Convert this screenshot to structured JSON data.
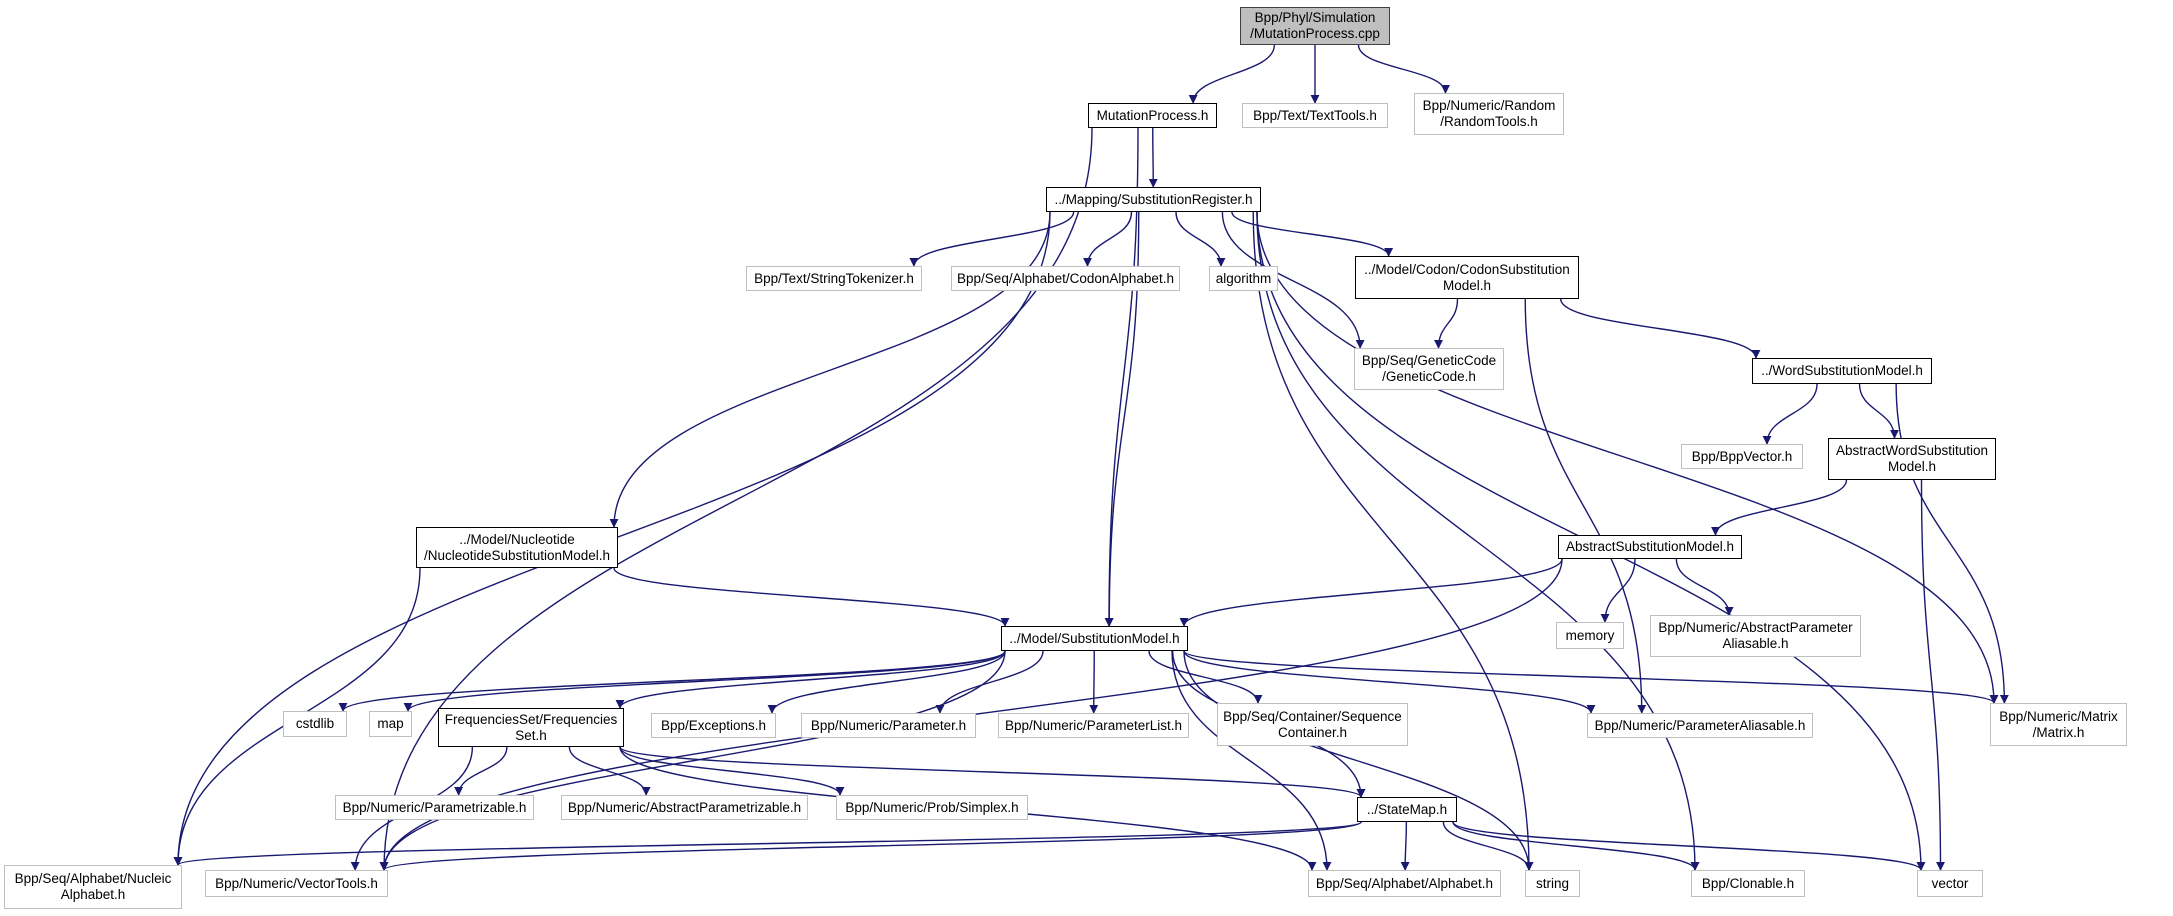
{
  "graph": {
    "title": "Include dependency graph for Bpp/Phyl/Simulation/MutationProcess.cpp",
    "edge_color": "#191970",
    "root_fill": "#bfbfbf",
    "external_border": "#bfbfbf",
    "internal_border": "#000000",
    "nodes": [
      {
        "id": "root",
        "label": "Bpp/Phyl/Simulation\n/MutationProcess.cpp",
        "kind": "root"
      },
      {
        "id": "mutproc",
        "label": "MutationProcess.h",
        "kind": "int"
      },
      {
        "id": "texttools",
        "label": "Bpp/Text/TextTools.h",
        "kind": "ext"
      },
      {
        "id": "randomtools",
        "label": "Bpp/Numeric/Random\n/RandomTools.h",
        "kind": "ext"
      },
      {
        "id": "subreg",
        "label": "../Mapping/SubstitutionRegister.h",
        "kind": "int"
      },
      {
        "id": "strtok",
        "label": "Bpp/Text/StringTokenizer.h",
        "kind": "ext"
      },
      {
        "id": "codonalpha",
        "label": "Bpp/Seq/Alphabet/CodonAlphabet.h",
        "kind": "ext"
      },
      {
        "id": "algorithm",
        "label": "algorithm",
        "kind": "ext"
      },
      {
        "id": "codonsub",
        "label": "../Model/Codon/CodonSubstitution\nModel.h",
        "kind": "int"
      },
      {
        "id": "geneticcode",
        "label": "Bpp/Seq/GeneticCode\n/GeneticCode.h",
        "kind": "ext"
      },
      {
        "id": "wordsub",
        "label": "../WordSubstitutionModel.h",
        "kind": "int"
      },
      {
        "id": "bppvector",
        "label": "Bpp/BppVector.h",
        "kind": "ext"
      },
      {
        "id": "abswordsub",
        "label": "AbstractWordSubstitution\nModel.h",
        "kind": "int"
      },
      {
        "id": "abssub",
        "label": "AbstractSubstitutionModel.h",
        "kind": "int"
      },
      {
        "id": "memory",
        "label": "memory",
        "kind": "ext"
      },
      {
        "id": "absparamalias",
        "label": "Bpp/Numeric/AbstractParameter\nAliasable.h",
        "kind": "ext"
      },
      {
        "id": "nucsub",
        "label": "../Model/Nucleotide\n/NucleotideSubstitutionModel.h",
        "kind": "int"
      },
      {
        "id": "submodel",
        "label": "../Model/SubstitutionModel.h",
        "kind": "int"
      },
      {
        "id": "cstdlib",
        "label": "cstdlib",
        "kind": "ext"
      },
      {
        "id": "map",
        "label": "map",
        "kind": "ext"
      },
      {
        "id": "freqset",
        "label": "FrequenciesSet/Frequencies\nSet.h",
        "kind": "int"
      },
      {
        "id": "exceptions",
        "label": "Bpp/Exceptions.h",
        "kind": "ext"
      },
      {
        "id": "parameter",
        "label": "Bpp/Numeric/Parameter.h",
        "kind": "ext"
      },
      {
        "id": "paramlist",
        "label": "Bpp/Numeric/ParameterList.h",
        "kind": "ext"
      },
      {
        "id": "seqcontainer",
        "label": "Bpp/Seq/Container/Sequence\nContainer.h",
        "kind": "ext"
      },
      {
        "id": "paramalias",
        "label": "Bpp/Numeric/ParameterAliasable.h",
        "kind": "ext"
      },
      {
        "id": "matrix",
        "label": "Bpp/Numeric/Matrix\n/Matrix.h",
        "kind": "ext"
      },
      {
        "id": "parametrizable",
        "label": "Bpp/Numeric/Parametrizable.h",
        "kind": "ext"
      },
      {
        "id": "absparametrizable",
        "label": "Bpp/Numeric/AbstractParametrizable.h",
        "kind": "ext"
      },
      {
        "id": "simplex",
        "label": "Bpp/Numeric/Prob/Simplex.h",
        "kind": "ext"
      },
      {
        "id": "statemap",
        "label": "../StateMap.h",
        "kind": "int"
      },
      {
        "id": "nucalpha",
        "label": "Bpp/Seq/Alphabet/Nucleic\nAlphabet.h",
        "kind": "ext"
      },
      {
        "id": "vectortools",
        "label": "Bpp/Numeric/VectorTools.h",
        "kind": "ext"
      },
      {
        "id": "alphabet",
        "label": "Bpp/Seq/Alphabet/Alphabet.h",
        "kind": "ext"
      },
      {
        "id": "string",
        "label": "string",
        "kind": "ext"
      },
      {
        "id": "clonable",
        "label": "Bpp/Clonable.h",
        "kind": "ext"
      },
      {
        "id": "vector",
        "label": "vector",
        "kind": "ext"
      }
    ],
    "edges": [
      [
        "root",
        "mutproc"
      ],
      [
        "root",
        "texttools"
      ],
      [
        "root",
        "randomtools"
      ],
      [
        "mutproc",
        "subreg"
      ],
      [
        "mutproc",
        "vectortools"
      ],
      [
        "mutproc",
        "submodel"
      ],
      [
        "subreg",
        "strtok"
      ],
      [
        "subreg",
        "codonalpha"
      ],
      [
        "subreg",
        "algorithm"
      ],
      [
        "subreg",
        "codonsub"
      ],
      [
        "subreg",
        "geneticcode"
      ],
      [
        "subreg",
        "nucsub"
      ],
      [
        "subreg",
        "submodel"
      ],
      [
        "subreg",
        "nucalpha"
      ],
      [
        "subreg",
        "string"
      ],
      [
        "subreg",
        "clonable"
      ],
      [
        "subreg",
        "matrix"
      ],
      [
        "subreg",
        "vector"
      ],
      [
        "codonsub",
        "geneticcode"
      ],
      [
        "codonsub",
        "wordsub"
      ],
      [
        "codonsub",
        "paramalias"
      ],
      [
        "wordsub",
        "bppvector"
      ],
      [
        "wordsub",
        "abswordsub"
      ],
      [
        "wordsub",
        "matrix"
      ],
      [
        "abswordsub",
        "abssub"
      ],
      [
        "abswordsub",
        "vector"
      ],
      [
        "abssub",
        "submodel"
      ],
      [
        "abssub",
        "memory"
      ],
      [
        "abssub",
        "absparamalias"
      ],
      [
        "abssub",
        "vectortools"
      ],
      [
        "nucsub",
        "submodel"
      ],
      [
        "nucsub",
        "nucalpha"
      ],
      [
        "submodel",
        "cstdlib"
      ],
      [
        "submodel",
        "map"
      ],
      [
        "submodel",
        "freqset"
      ],
      [
        "submodel",
        "exceptions"
      ],
      [
        "submodel",
        "parameter"
      ],
      [
        "submodel",
        "paramlist"
      ],
      [
        "submodel",
        "seqcontainer"
      ],
      [
        "submodel",
        "paramalias"
      ],
      [
        "submodel",
        "matrix"
      ],
      [
        "submodel",
        "statemap"
      ],
      [
        "submodel",
        "alphabet"
      ],
      [
        "submodel",
        "string"
      ],
      [
        "submodel",
        "vectortools"
      ],
      [
        "freqset",
        "parametrizable"
      ],
      [
        "freqset",
        "absparametrizable"
      ],
      [
        "freqset",
        "simplex"
      ],
      [
        "freqset",
        "statemap"
      ],
      [
        "freqset",
        "alphabet"
      ],
      [
        "freqset",
        "vectortools"
      ],
      [
        "statemap",
        "alphabet"
      ],
      [
        "statemap",
        "string"
      ],
      [
        "statemap",
        "clonable"
      ],
      [
        "statemap",
        "vector"
      ],
      [
        "statemap",
        "nucalpha"
      ],
      [
        "statemap",
        "vectortools"
      ]
    ]
  }
}
